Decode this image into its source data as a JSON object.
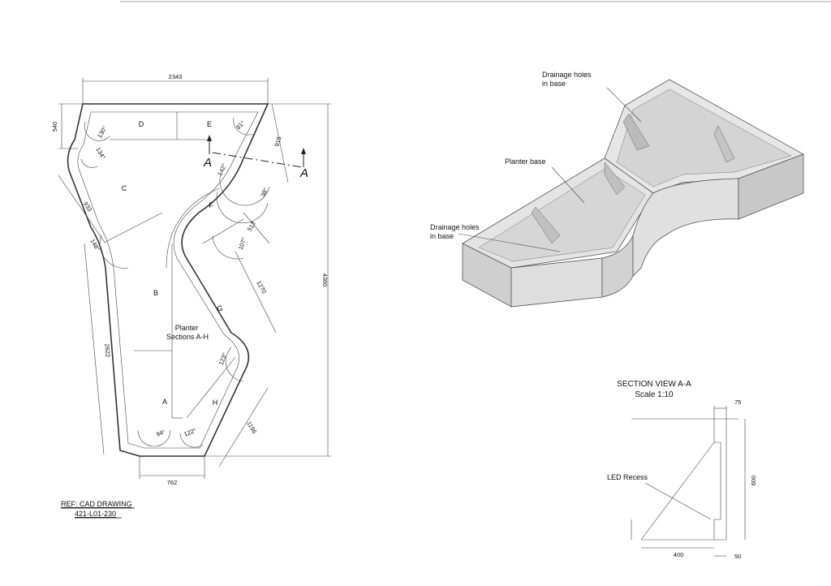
{
  "plan": {
    "dims": {
      "top_width": "2343",
      "left_height": "540",
      "total_height": "4360",
      "c_side": "933",
      "b_side": "2622",
      "bottom_width": "762",
      "h_side": "1196",
      "g_side": "1270",
      "f_side": "513",
      "e_side": "915"
    },
    "angles": {
      "d1": "130°",
      "d2": "134°",
      "e1": "81°",
      "e2": "142°",
      "f1": "38°",
      "c1": "148°",
      "g1": "107°",
      "g2": "123°",
      "a1": "94°",
      "a2": "122°"
    },
    "sections": {
      "a": "A",
      "b": "B",
      "c": "C",
      "d": "D",
      "e": "E",
      "f": "F",
      "g": "G",
      "h": "H"
    },
    "cut_label_left": "A",
    "cut_label_right": "A",
    "planter_label_1": "Planter",
    "planter_label_2": "Sections A-H"
  },
  "reference": {
    "line1": "REF: CAD DRAWING",
    "line2": "421-L01-230"
  },
  "iso": {
    "drain_top_1": "Drainage holes",
    "drain_top_2": "in base",
    "planter_base": "Planter base",
    "drain_left_1": "Drainage holes",
    "drain_left_2": "in base"
  },
  "section_view": {
    "title": "SECTION VIEW A-A",
    "scale": "Scale 1:10",
    "dim_top": "75",
    "dim_height": "600",
    "dim_base": "400",
    "dim_small": "50",
    "led_label": "LED Recess"
  }
}
